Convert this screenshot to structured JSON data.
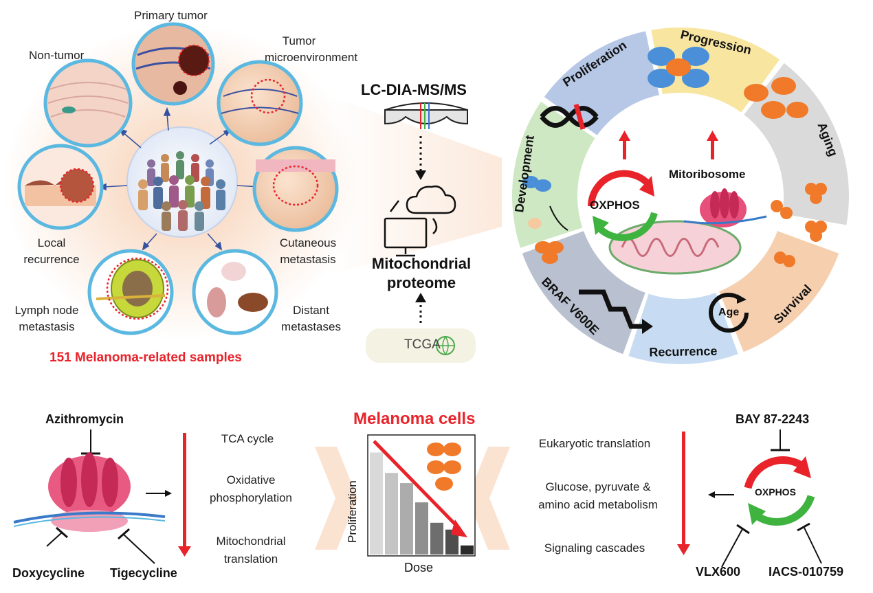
{
  "samples": {
    "items": [
      {
        "label": "Non-tumor"
      },
      {
        "label": "Primary tumor"
      },
      {
        "label": "Tumor\nmicroenvironment"
      },
      {
        "label": "Local\nrecurrence"
      },
      {
        "label": "Cutaneous\nmetastasis"
      },
      {
        "label": "Lymph node\nmetastasis"
      },
      {
        "label": "Distant\nmetastases"
      }
    ],
    "caption": "151 Melanoma-related samples"
  },
  "workflow": {
    "method": "LC-DIA-MS/MS",
    "proteome": "Mitochondrial\nproteome",
    "database": "TCGA"
  },
  "wheel": {
    "segments": [
      {
        "label": "Development",
        "color": "#cfe8c4"
      },
      {
        "label": "Proliferation",
        "color": "#b6c8e6"
      },
      {
        "label": "Progression",
        "color": "#f8e6a0"
      },
      {
        "label": "Aging",
        "color": "#dadada"
      },
      {
        "label": "Survival",
        "color": "#f6cfae"
      },
      {
        "label": "Recurrence",
        "color": "#c7dcf2"
      },
      {
        "label": "BRAF V600E",
        "color": "#b9c0cf"
      }
    ],
    "center": {
      "oxphos": "OXPHOS",
      "mitoribosome": "Mitoribosome",
      "age_icon": "Age"
    }
  },
  "bottom_left": {
    "drug_top": "Azithromycin",
    "drug_bottom_left": "Doxycycline",
    "drug_bottom_right": "Tigecycline",
    "processes": [
      "TCA cycle",
      "Oxidative\nphosphorylation",
      "Mitochondrial\ntranslation"
    ]
  },
  "center_panel": {
    "title": "Melanoma cells",
    "chart_data": {
      "type": "bar",
      "title": "",
      "xlabel": "Dose",
      "ylabel": "Proliferation",
      "values": [
        0.9,
        0.72,
        0.63,
        0.46,
        0.28,
        0.22,
        0.08
      ]
    }
  },
  "bottom_right": {
    "drug_top": "BAY 87-2243",
    "drug_bottom_left": "VLX600",
    "drug_bottom_right": "IACS-010759",
    "oxphos": "OXPHOS",
    "processes": [
      "Eukaryotic translation",
      "Glucose, pyruvate &\namino acid metabolism",
      "Signaling cascades"
    ]
  },
  "colors": {
    "accent_red": "#e8232a",
    "oxphos_green": "#3fb33f"
  }
}
